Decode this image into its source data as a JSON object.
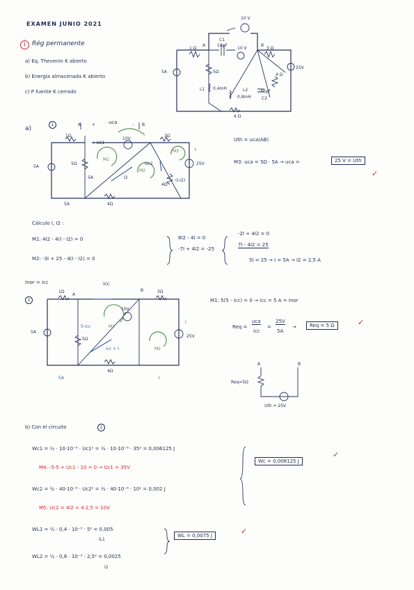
{
  "header": {
    "title": "EXAMEN JUNIO 2021",
    "section1": "Rég permanente",
    "section1_num": "1",
    "items": [
      "a) Eq. Thevenin K abierto",
      "b) Energía almacenada K abierto",
      "c) P fuente K cerrado"
    ]
  },
  "circuit_top": {
    "labels": {
      "src10": "10 V",
      "A": "A",
      "B": "B",
      "c1": "C1",
      "c1v": "10µF",
      "v10": "10 V",
      "r1": "1 Ω",
      "r3": "3 Ω",
      "i5": "5A",
      "r5": "5Ω",
      "r4": "4 Ω",
      "v25": "25V",
      "l1": "L1",
      "l1v": "0,4mH",
      "l2": "L2",
      "l2v": "0,8mH",
      "c2": "C2",
      "c2v": "40µF",
      "r4b": "4 Ω"
    }
  },
  "part_a": {
    "label": "a)",
    "circ_num": "1",
    "labels": {
      "A": "A",
      "B": "B",
      "uca": "uca",
      "plus": "+",
      "minus": "-",
      "v1": "+ Uc1 -",
      "v10": "10V",
      "r1": "1Ω",
      "r3": "3Ω",
      "i5": "5A",
      "r5": "5Ω",
      "i5b": "5A",
      "m1": "M1",
      "m2": "M2",
      "m3": "M3",
      "I": "I",
      "I2": "I2",
      "r4": "4Ω",
      "i_minus": "(I-I2)",
      "v25": "25V",
      "r4b": "4Ω",
      "five_a_bottom": "5A",
      "uc2": "Uc2"
    },
    "rhs": {
      "uth": "Uth = uca(AB)",
      "m3": "M3:  uca = 5Ω · 5A  →  uca =",
      "boxed": "25 V = Uth"
    }
  },
  "calc": {
    "title": "Cálculo I, I2 :",
    "m1": "M1:   4I2 - 4(I - I2) = 0",
    "m2": "M2:   -3I + 25 - 4(I - I2) = 0",
    "s1a": "8I2 - 4I = 0",
    "s1b": "-7I + 4I2 = -25",
    "s2a": "-2I + 4I2 = 0",
    "s2b": "7I - 4I2 = 25",
    "result": "5I = 25 → I = 5A → I2 = 2,5 A"
  },
  "part_norton": {
    "inor": "Inor = icc",
    "circ_num": "2",
    "labels": {
      "icc": "icc",
      "A": "A",
      "B": "B",
      "r1": "1Ω",
      "r3": "3Ω",
      "v10": "10V",
      "i5": "5A",
      "five_minus": "5-icc",
      "r5": "5Ω",
      "m1": "M1",
      "m2": "M2",
      "icc_plus": "icc + I",
      "r4": "4Ω",
      "I": "I",
      "v25": "25V",
      "five_a": "5A",
      "I_bottom": "I"
    },
    "m1": "M1:  5(5 - icc) = 0 →  icc = 5 A = Inor",
    "req": "Req =",
    "frac1_num": "uca",
    "frac1_den": "icc",
    "frac2_num": "25V",
    "frac2_den": "5A",
    "boxed": "Req = 5 Ω",
    "eq_labels": {
      "A": "A",
      "B": "B",
      "req": "Req=5Ω",
      "uth": "Uth = 25V"
    }
  },
  "part_b": {
    "title": "b) Con el circuito",
    "circ_num": "1",
    "wc1": "Wc1 =  ½ · 10·10⁻⁶ · Uc1²  =  ½ · 10·10⁻⁶ · 35²  =  0,006125 J",
    "m4": "M4:    -5·5 + Uc1 - 10 = 0  → Uc1 = 35V",
    "wc2": "Wc2 =  ½ · 40·10⁻⁶ · Uc2²  =  ½ · 40·10⁻⁶ · 10²  =  0,002 J",
    "m5": "M5:    Uc2 = 4I2 = 4·2,5 = 10V",
    "boxed_c": "Wc = 0,008125 J",
    "wl1": "WL1 =  ½ · 0,4 · 10⁻³ · 5²  =  0,005",
    "wl1_sub": "iL1",
    "wl2": "WL2 =  ½ · 0,8 · 10⁻³ · 2,5²  =  0,0025",
    "wl2_sub": "I2",
    "boxed_l": "WL = 0,0075 J"
  },
  "marks": {
    "check": "✓"
  }
}
